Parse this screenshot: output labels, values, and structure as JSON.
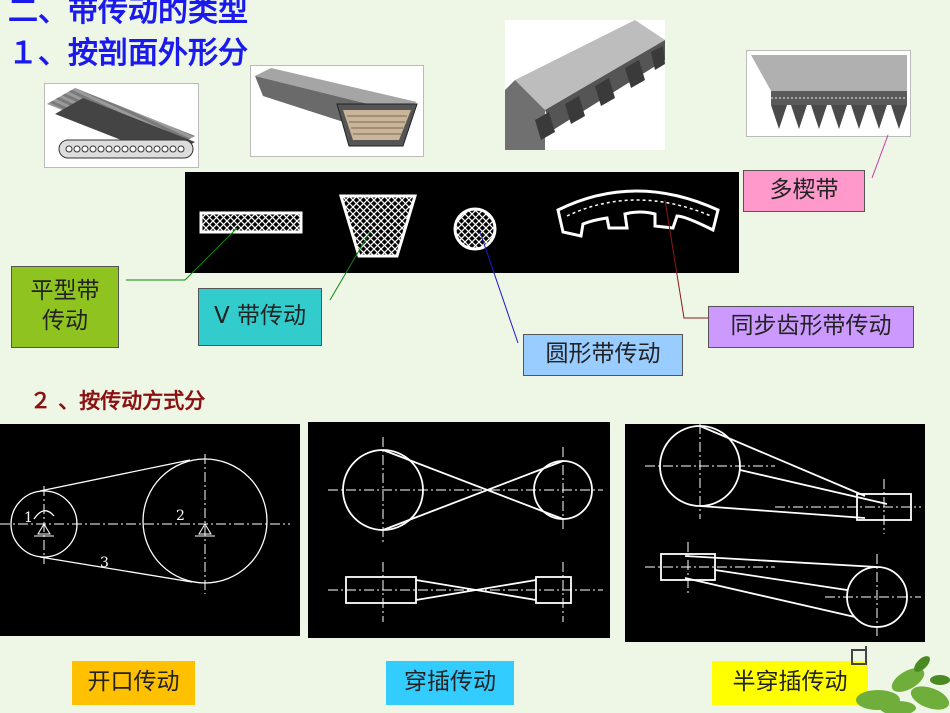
{
  "header": {
    "title_top": "二、带传动的类型",
    "title_1": "１、按剖面外形分",
    "subtitle_2": "２ 、按传动方式分"
  },
  "section1": {
    "labels": {
      "flat": "平型带\n传动",
      "v": "V 带传动",
      "round": "圆形带传动",
      "sync": "同步齿形带传动",
      "multi": "多楔带"
    },
    "colors": {
      "flat_bg": "#8fc31f",
      "v_bg": "#33cccc",
      "round_bg": "#99ccff",
      "sync_bg": "#cc99ff",
      "multi_bg": "#ff99cc"
    }
  },
  "section2": {
    "diagram_numbers": [
      "1",
      "2",
      "3"
    ],
    "labels": {
      "open": "开口传动",
      "cross": "穿插传动",
      "half": "半穿插传动"
    },
    "colors": {
      "open_bg": "#ffc000",
      "cross_bg": "#33ccff",
      "half_bg": "#ffff00"
    }
  }
}
